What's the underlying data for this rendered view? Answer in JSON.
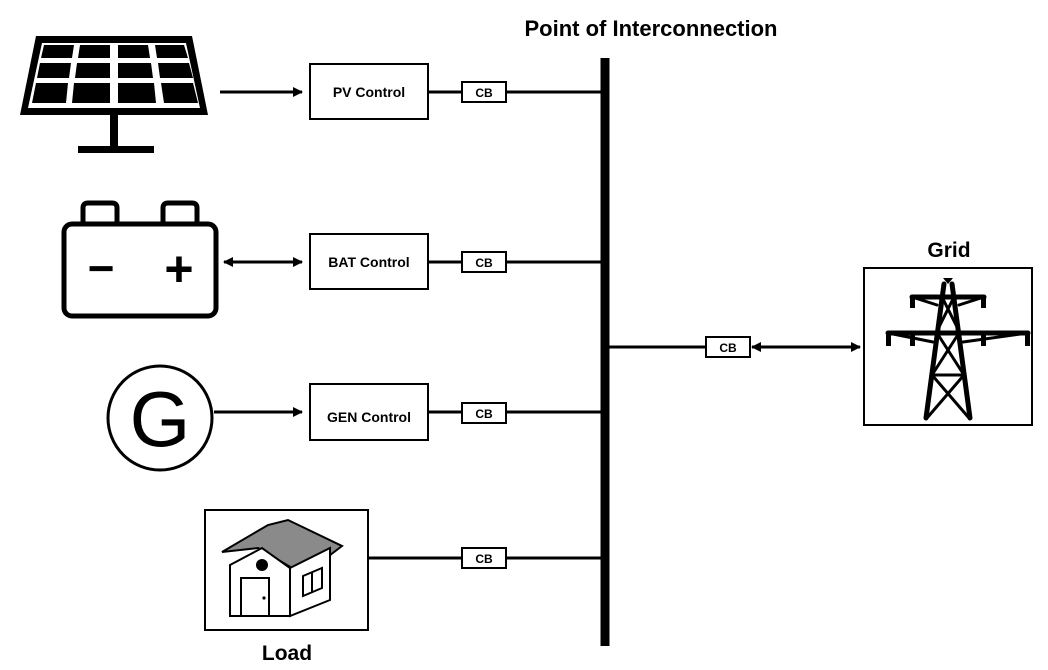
{
  "title": "Point of Interconnection",
  "controls": {
    "pv": "PV Control",
    "bat": "BAT Control",
    "gen": "GEN Control"
  },
  "breaker_label": "CB",
  "generator_symbol": "G",
  "battery": {
    "minus": "−",
    "plus": "+"
  },
  "grid_label": "Grid",
  "load_label": "Load",
  "icons": [
    "solar-panel-icon",
    "battery-icon",
    "generator-icon",
    "house-icon",
    "transmission-tower-icon"
  ]
}
